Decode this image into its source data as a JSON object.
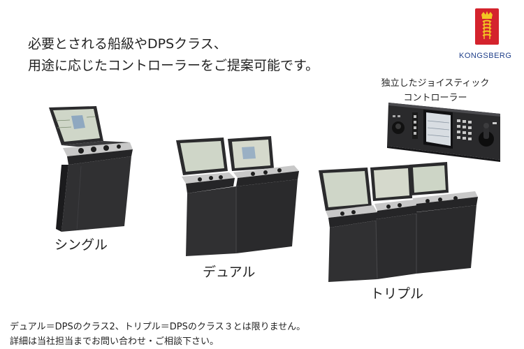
{
  "headline": {
    "line1": "必要とされる船級やDPSクラス、",
    "line2": "用途に応じたコントローラーをご提案可能です。"
  },
  "brand": {
    "name": "KONGSBERG",
    "logo_color": "#d4232d",
    "text_color": "#1f3f8a"
  },
  "joystick": {
    "line1": "独立したジョイスティック",
    "line2": "コントローラー"
  },
  "consoles": {
    "single": "シングル",
    "dual": "デュアル",
    "triple": "トリプル"
  },
  "footnote": {
    "line1": "デュアル＝DPSのクラス2、トリプル＝DPSのクラス３とは限りません。",
    "line2": "詳細は当社担当までお問い合わせ・ご相談下さい。"
  }
}
